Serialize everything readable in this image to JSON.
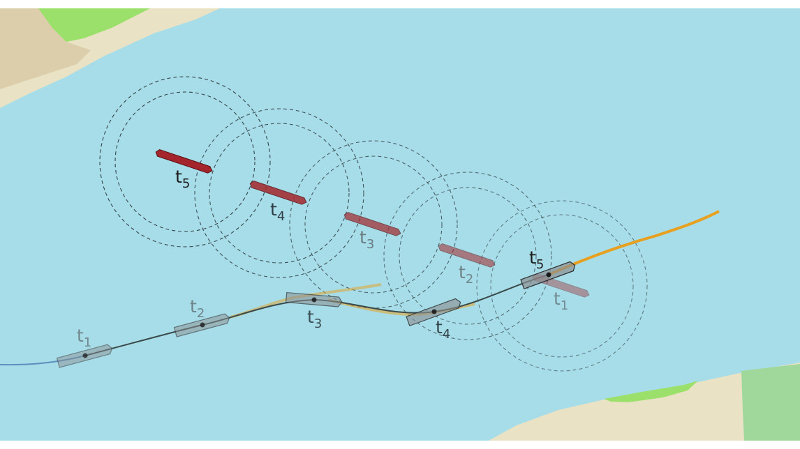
{
  "colors": {
    "water": "#a7dde8",
    "shore_sand": "#e9e2c4",
    "land_tan": "#dcceaa",
    "grass": "#9be06a",
    "land_green": "#a0d79a",
    "own_ship_fill": "#8a8f92",
    "own_ship_trail": "#5d8fbf",
    "own_path": "#3a4a4a",
    "planned_path": "#e8a020",
    "target_ship": "#a4262c",
    "safety_ring": "#2d3a40",
    "label_current": "#1a1a1a",
    "label_faded": "#5f6b70"
  },
  "own_ship": {
    "label_base": "t",
    "positions": [
      {
        "sub": "1",
        "opacity": 0.45
      },
      {
        "sub": "2",
        "opacity": 0.55
      },
      {
        "sub": "3",
        "opacity": 0.65
      },
      {
        "sub": "4",
        "opacity": 0.8
      },
      {
        "sub": "5",
        "opacity": 1.0
      }
    ]
  },
  "target_ship": {
    "label_base": "t",
    "positions": [
      {
        "sub": "1",
        "opacity": 0.4
      },
      {
        "sub": "2",
        "opacity": 0.55
      },
      {
        "sub": "3",
        "opacity": 0.7
      },
      {
        "sub": "4",
        "opacity": 0.85
      },
      {
        "sub": "5",
        "opacity": 1.0
      }
    ]
  }
}
